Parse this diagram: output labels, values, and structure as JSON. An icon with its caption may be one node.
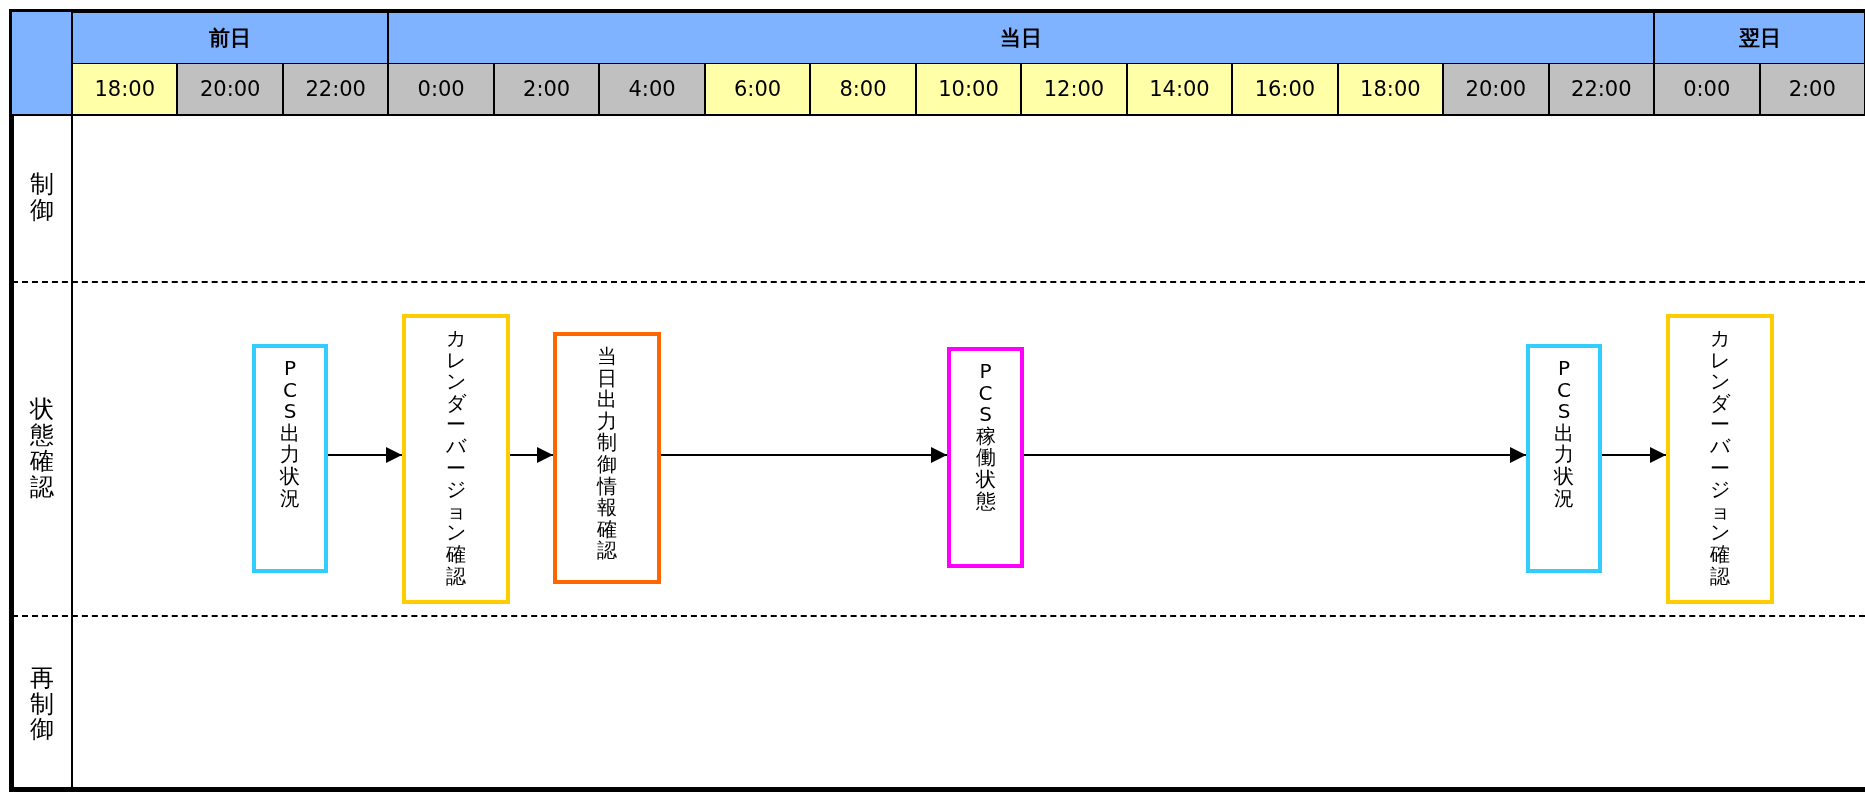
{
  "diagram": {
    "nodes": [
      {
        "text": [
          "制御"
        ]
      },
      {
        "text": [
          "状態確認"
        ]
      },
      {
        "text": [
          "再制御"
        ]
      },
      {
        "text": [
          "PCS出力状況"
        ],
        "in": 1
      },
      {
        "text": [
          "カレンダーバージョン確認"
        ],
        "in": 1
      },
      {
        "text": [
          "当日出力制御情報確認"
        ],
        "in": 1
      },
      {
        "text": [
          "PCS稼働状態"
        ],
        "in": 1
      },
      {
        "text": [
          "PCS出力状況"
        ],
        "in": 1
      },
      {
        "text": [
          "カレンダーバージョン確認"
        ],
        "in": 1
      }
    ],
    "edges": [
      {
        "from": 3,
        "to": 4,
        "arrow": "to"
      },
      {
        "from": 4,
        "to": 5,
        "arrow": "to"
      },
      {
        "from": 5,
        "to": 6,
        "arrow": "to"
      },
      {
        "from": 6,
        "to": 7,
        "arrow": "to"
      },
      {
        "from": 7,
        "to": 8,
        "arrow": "to"
      }
    ],
    "labels": [
      "前日",
      "当日",
      "翌日",
      "18:00",
      "20:00",
      "22:00",
      "0:00",
      "2:00",
      "4:00",
      "6:00",
      "8:00",
      "10:00",
      "12:00",
      "14:00",
      "16:00",
      "18:00",
      "20:00",
      "22:00",
      "0:00",
      "2:00"
    ]
  }
}
